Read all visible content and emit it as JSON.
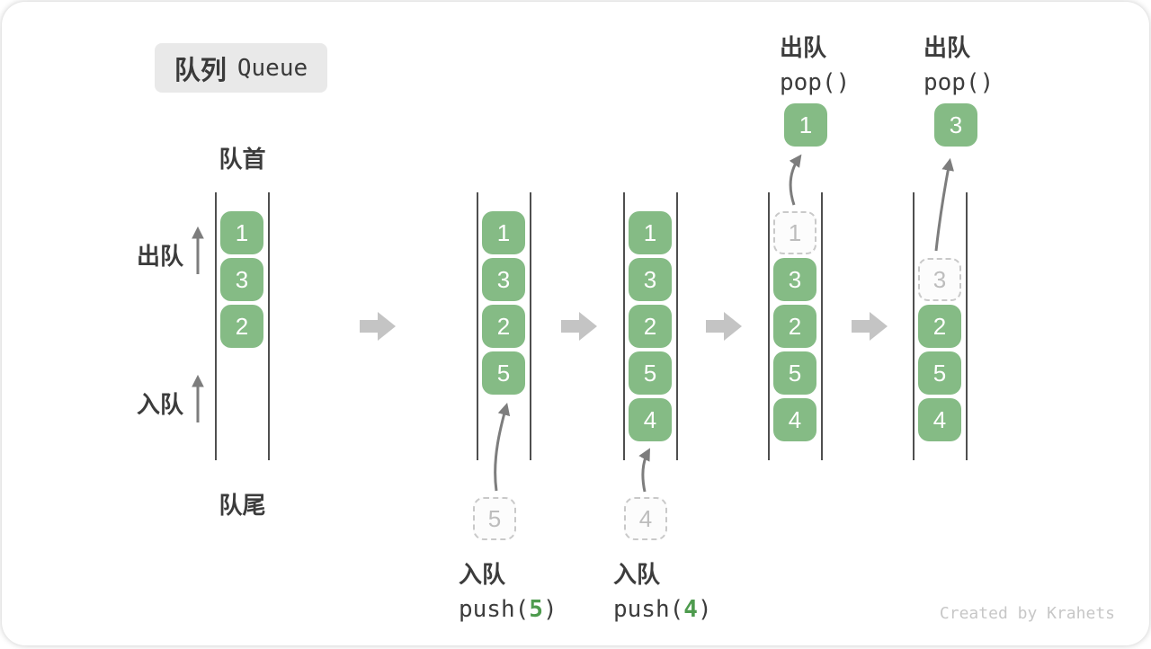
{
  "title": {
    "zh": "队列",
    "en": "Queue"
  },
  "side_labels": {
    "front": "队首",
    "rear": "队尾",
    "dequeue": "出队",
    "enqueue": "入队"
  },
  "operations": {
    "push5": {
      "zh": "入队",
      "fn_open": "push(",
      "arg": "5",
      "fn_close": ")"
    },
    "push4": {
      "zh": "入队",
      "fn_open": "push(",
      "arg": "4",
      "fn_close": ")"
    },
    "pop1": {
      "zh": "出队",
      "fn": "pop()"
    },
    "pop2": {
      "zh": "出队",
      "fn": "pop()"
    }
  },
  "states": [
    {
      "slots": [
        "1",
        "3",
        "2"
      ]
    },
    {
      "slots": [
        "1",
        "3",
        "2",
        "5"
      ],
      "incoming": "5"
    },
    {
      "slots": [
        "1",
        "3",
        "2",
        "5",
        "4"
      ],
      "incoming": "4"
    },
    {
      "removed": "1",
      "slots": [
        "3",
        "2",
        "5",
        "4"
      ],
      "popped": "1"
    },
    {
      "removed": "3",
      "slots": [
        "2",
        "5",
        "4"
      ],
      "popped": "3"
    }
  ],
  "watermark": "Created by Krahets",
  "colors": {
    "box_green": "#85bb85",
    "accent_green": "#4e9b4e",
    "block_arrow_gray": "#c4c4c4",
    "thin_arrow_gray": "#7d7d7d",
    "rail_gray": "#4f4f4f",
    "ghost_gray": "#c9c9c9",
    "title_bg": "#e9e9e9"
  }
}
